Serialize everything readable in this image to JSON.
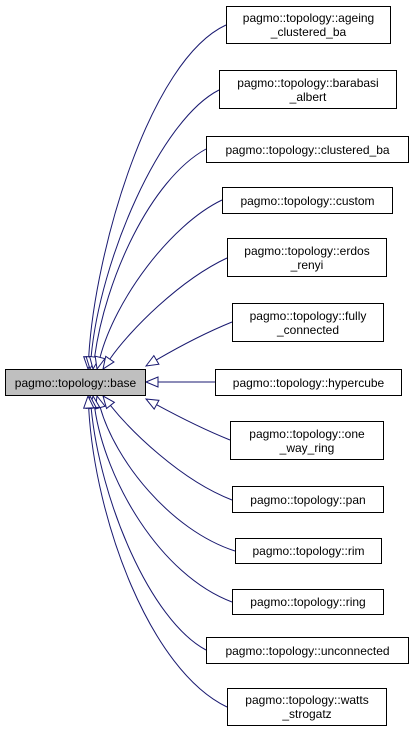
{
  "colors": {
    "edge": "#191970",
    "node_border": "#000000",
    "node_fill": "#ffffff",
    "base_fill": "#bfbfbf"
  },
  "base": {
    "lines": [
      "pagmo::topology::base"
    ]
  },
  "derived": [
    {
      "id": "ageing-clustered-ba",
      "lines": [
        "pagmo::topology::ageing",
        "_clustered_ba"
      ]
    },
    {
      "id": "barabasi-albert",
      "lines": [
        "pagmo::topology::barabasi",
        "_albert"
      ]
    },
    {
      "id": "clustered-ba",
      "lines": [
        "pagmo::topology::clustered_ba"
      ]
    },
    {
      "id": "custom",
      "lines": [
        "pagmo::topology::custom"
      ]
    },
    {
      "id": "erdos-renyi",
      "lines": [
        "pagmo::topology::erdos",
        "_renyi"
      ]
    },
    {
      "id": "fully-connected",
      "lines": [
        "pagmo::topology::fully",
        "_connected"
      ]
    },
    {
      "id": "hypercube",
      "lines": [
        "pagmo::topology::hypercube"
      ]
    },
    {
      "id": "one-way-ring",
      "lines": [
        "pagmo::topology::one",
        "_way_ring"
      ]
    },
    {
      "id": "pan",
      "lines": [
        "pagmo::topology::pan"
      ]
    },
    {
      "id": "rim",
      "lines": [
        "pagmo::topology::rim"
      ]
    },
    {
      "id": "ring",
      "lines": [
        "pagmo::topology::ring"
      ]
    },
    {
      "id": "unconnected",
      "lines": [
        "pagmo::topology::unconnected"
      ]
    },
    {
      "id": "watts-strogatz",
      "lines": [
        "pagmo::topology::watts",
        "_strogatz"
      ]
    }
  ]
}
